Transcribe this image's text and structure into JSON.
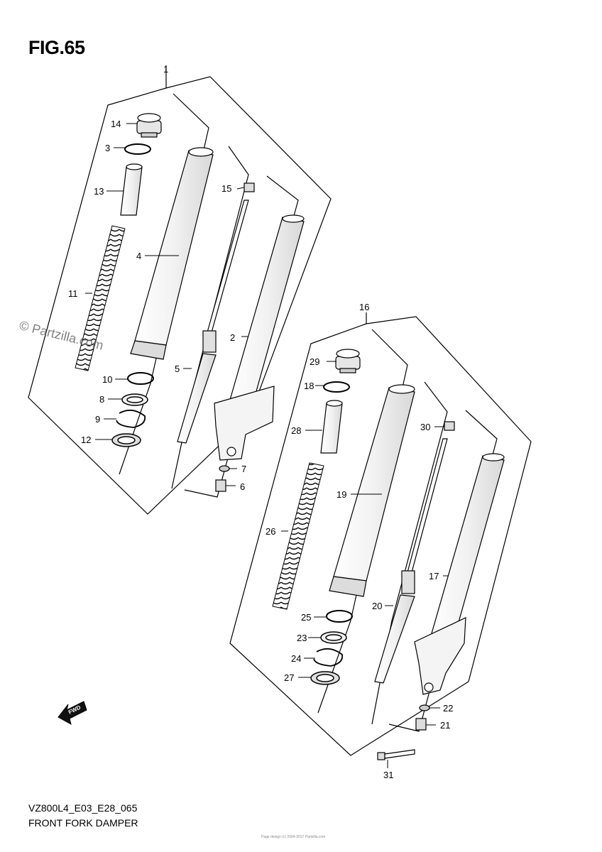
{
  "figure": {
    "title": "FIG.65",
    "code": "VZ800L4_E03_E28_065",
    "caption": "FRONT FORK DAMPER",
    "watermark": "© Partzilla.com",
    "footer": "Page design (c) 2004-2017 Partzilla.com"
  },
  "fwd_label": "FWD",
  "callouts": {
    "c1": "1",
    "c2": "2",
    "c3": "3",
    "c4": "4",
    "c5": "5",
    "c6": "6",
    "c7": "7",
    "c8": "8",
    "c9": "9",
    "c10": "10",
    "c11": "11",
    "c12": "12",
    "c13": "13",
    "c14": "14",
    "c15": "15",
    "c16": "16",
    "c17": "17",
    "c18": "18",
    "c19": "19",
    "c20": "20",
    "c21": "21",
    "c22": "22",
    "c23": "23",
    "c24": "24",
    "c25": "25",
    "c26": "26",
    "c27": "27",
    "c28": "28",
    "c29": "29",
    "c30": "30",
    "c31": "31"
  }
}
